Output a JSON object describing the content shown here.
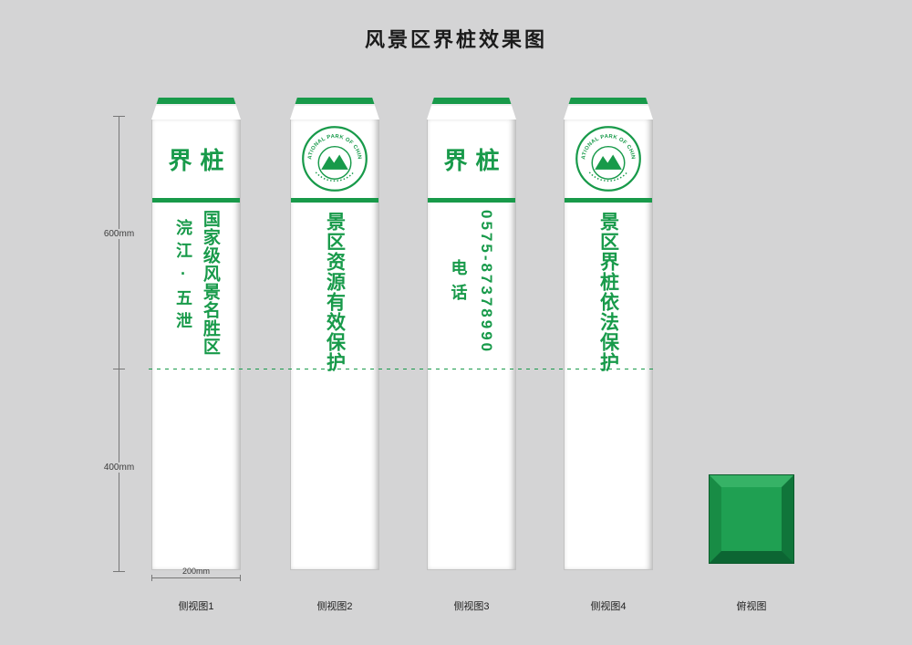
{
  "title": "风景区界桩效果图",
  "colors": {
    "green": "#189a4a",
    "background": "#d4d4d5"
  },
  "dimensions": {
    "height_upper": "600mm",
    "height_lower": "400mm",
    "width": "200mm"
  },
  "logo": {
    "text": "NATIONAL PARK OF CHINA"
  },
  "posts": [
    {
      "header": "界桩",
      "columns": [
        "国家级风景名胜区",
        "浣江·五泄"
      ],
      "label": "侧视图1"
    },
    {
      "columns": [
        "景区资源有效保护"
      ],
      "label": "侧视图2"
    },
    {
      "header": "界桩",
      "columns": [
        "0575-87378990",
        "电话"
      ],
      "label": "侧视图3"
    },
    {
      "columns": [
        "景区界桩依法保护"
      ],
      "label": "侧视图4"
    }
  ],
  "top_view": {
    "label": "俯视图"
  }
}
